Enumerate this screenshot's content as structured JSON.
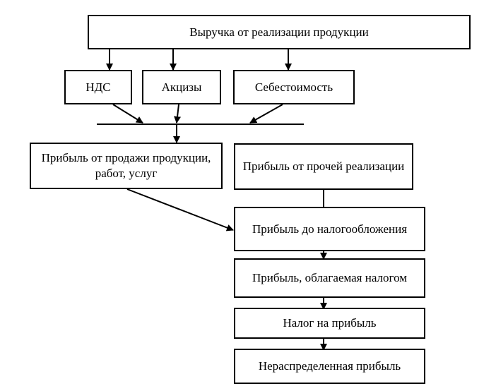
{
  "diagram": {
    "nodes": {
      "revenue": "Выручка от реализации продукции",
      "vat": "НДС",
      "excise": "Акцизы",
      "cost": "Себестоимость",
      "sales_profit": "Прибыль от продажи продукции, работ, услуг",
      "other_profit": "Прибыль от прочей реализации",
      "pretax_profit": "Прибыль до налогообложения",
      "taxable_profit": "Прибыль, облагаемая налогом",
      "profit_tax": "Налог на прибыль",
      "retained_profit": "Нераспределенная прибыль"
    },
    "colors": {
      "line": "#000000",
      "box_fill": "#ffffff",
      "background": "#ffffff"
    }
  }
}
